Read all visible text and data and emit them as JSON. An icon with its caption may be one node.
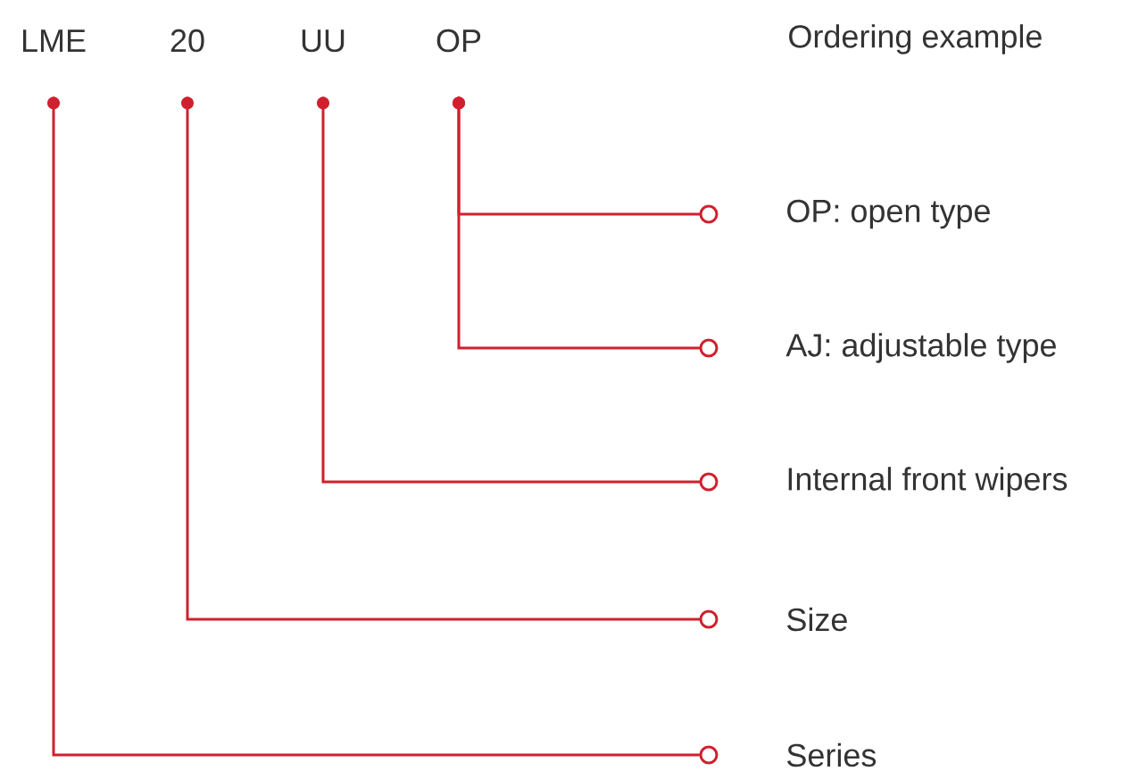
{
  "diagram": {
    "title": "Ordering example",
    "nodes": [
      {
        "text": [
          "LME"
        ]
      },
      {
        "text": [
          "20"
        ]
      },
      {
        "text": [
          "UU"
        ]
      },
      {
        "text": [
          "OP"
        ]
      },
      {
        "text": [
          "OP: open type"
        ]
      },
      {
        "text": [
          "AJ: adjustable type"
        ]
      },
      {
        "text": [
          "Internal front wipers"
        ]
      },
      {
        "text": [
          "Size"
        ]
      },
      {
        "text": [
          "Series"
        ]
      }
    ],
    "edges": [
      {
        "from": 3,
        "to": 4,
        "arrow": "other"
      },
      {
        "from": 3,
        "to": 5,
        "arrow": "other"
      },
      {
        "from": 2,
        "to": 6,
        "arrow": "other"
      },
      {
        "from": 1,
        "to": 7,
        "arrow": "other"
      },
      {
        "from": 0,
        "to": 8,
        "arrow": "other"
      }
    ]
  }
}
